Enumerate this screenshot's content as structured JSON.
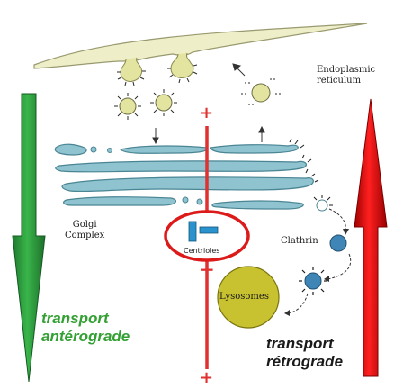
{
  "labels": {
    "er_line1": "Endoplasmic",
    "er_line2": "reticulum",
    "golgi_line1": "Golgi",
    "golgi_line2": "Complex",
    "clathrin": "Clathrin",
    "centrioles": "Centrioles",
    "lysosomes": "Lysosomes",
    "antero_line1": "transport",
    "antero_line2": "antérograde",
    "retro_line1": "transport",
    "retro_line2": "rétrograde",
    "plus_top": "+",
    "minus_mid": "−",
    "plus_bottom": "+"
  },
  "colors": {
    "er_fill": "#eeeec8",
    "er_stroke": "#9a9a70",
    "vesicle_fill": "#e2e4a0",
    "golgi_fill": "#8fc3cf",
    "golgi_stroke": "#4a8594",
    "lysosome_fill": "#c8c230",
    "lysosome_stroke": "#7a7410",
    "clathrin_fill": "#3f86b6",
    "centriole_fill": "#2a92cc",
    "microtubule_red": "#e03030",
    "highlight_circle": "#dd1a1a",
    "anterograde_green": "#2ea043",
    "retrograde_red": "#e41010",
    "label_green": "#33a033",
    "label_dark": "#1a1a1a"
  }
}
